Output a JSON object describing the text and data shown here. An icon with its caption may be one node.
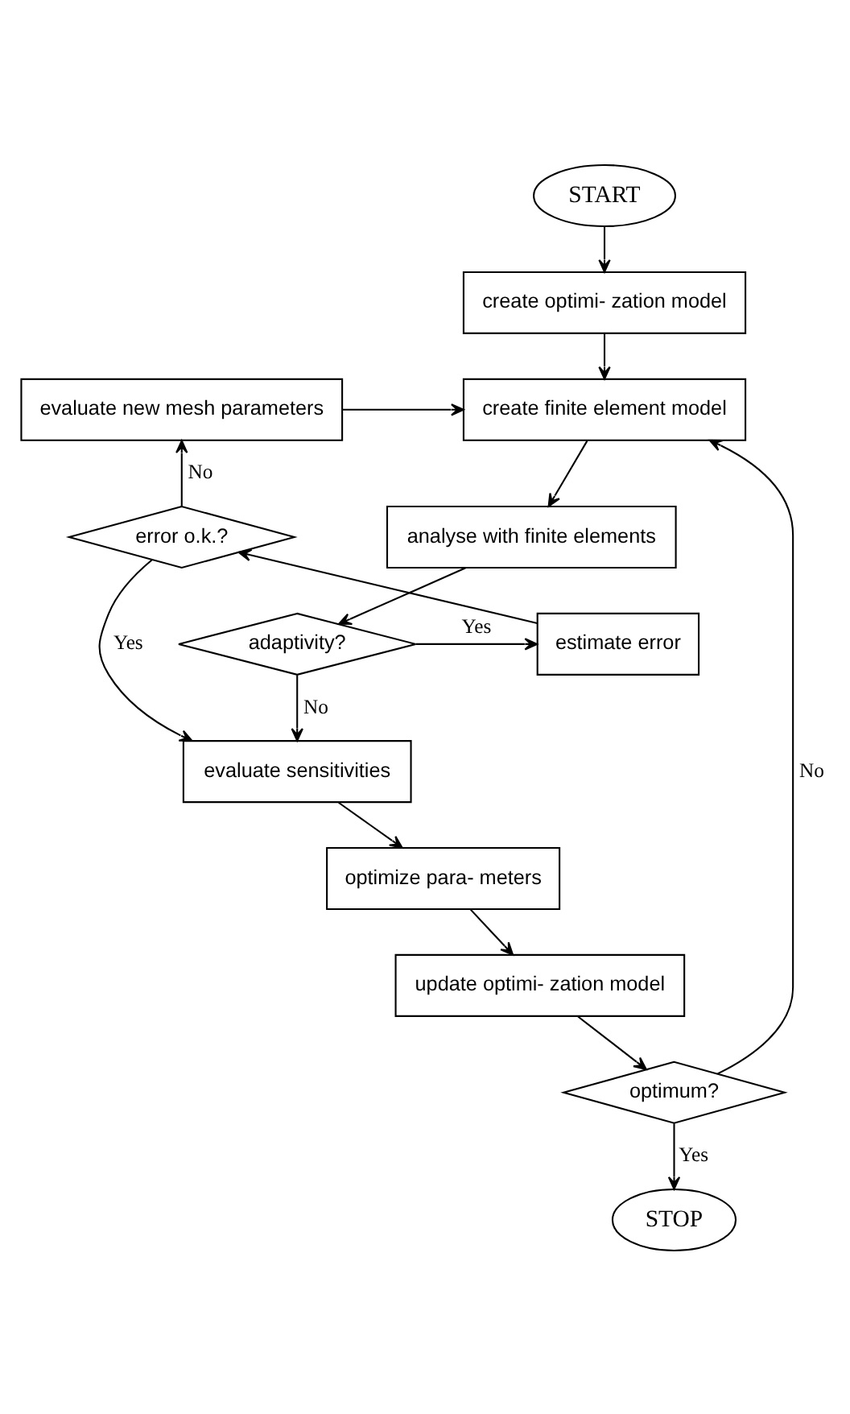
{
  "diagram": {
    "nodes": [
      {
        "text": [
          "START"
        ]
      },
      {
        "text": [
          "create optimi- zation model"
        ]
      },
      {
        "text": [
          "create finite element model"
        ]
      },
      {
        "text": [
          "analyse with finite elements"
        ]
      },
      {
        "text": [
          "adaptivity?"
        ]
      },
      {
        "text": [
          "estimate error"
        ]
      },
      {
        "text": [
          "error o.k.?"
        ]
      },
      {
        "text": [
          "evaluate new mesh parameters"
        ]
      },
      {
        "text": [
          "evaluate sensitivities"
        ]
      },
      {
        "text": [
          "optimize para- meters"
        ]
      },
      {
        "text": [
          "update optimi- zation model"
        ]
      },
      {
        "text": [
          "optimum?"
        ]
      },
      {
        "text": [
          "STOP"
        ]
      }
    ],
    "edges": [
      {
        "from": 0,
        "to": 1,
        "arrow": "to"
      },
      {
        "from": 1,
        "to": 2,
        "arrow": "to"
      },
      {
        "from": 2,
        "to": 3,
        "arrow": "to"
      },
      {
        "from": 3,
        "to": 4,
        "arrow": "to"
      },
      {
        "from": 4,
        "to": 5,
        "arrow": "to",
        "label": "Yes"
      },
      {
        "from": 5,
        "to": 6,
        "arrow": "to"
      },
      {
        "from": 6,
        "to": 7,
        "arrow": "to",
        "label": "No"
      },
      {
        "from": 7,
        "to": 2,
        "arrow": "to"
      },
      {
        "from": 6,
        "to": 8,
        "arrow": "to",
        "label": "Yes"
      },
      {
        "from": 4,
        "to": 8,
        "arrow": "to",
        "label": "No"
      },
      {
        "from": 8,
        "to": 9,
        "arrow": "to"
      },
      {
        "from": 9,
        "to": 10,
        "arrow": "to"
      },
      {
        "from": 10,
        "to": 11,
        "arrow": "to"
      },
      {
        "from": 11,
        "to": 2,
        "arrow": "to",
        "label": "No"
      },
      {
        "from": 11,
        "to": 12,
        "arrow": "to",
        "label": "Yes"
      }
    ]
  }
}
